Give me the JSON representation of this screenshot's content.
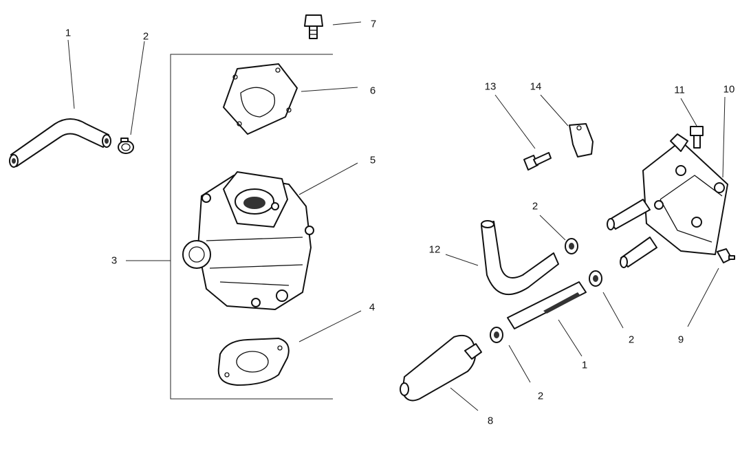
{
  "labels": {
    "hose_left_1": "1",
    "clamp_left_2": "2",
    "carb_assembly_3": "3",
    "lower_gasket_4": "4",
    "carburetor_5": "5",
    "upper_gasket_6": "6",
    "bolt_7": "7",
    "fuel_filter_8": "8",
    "fitting_9": "9",
    "fuel_pump_10": "10",
    "pump_screw_11": "11",
    "hose_12": "12",
    "screw_13": "13",
    "clip_14": "14",
    "clamp_right_top_2": "2",
    "clamp_right_mid_2": "2",
    "clamp_right_bottom_2": "2",
    "hose_right_1": "1"
  }
}
